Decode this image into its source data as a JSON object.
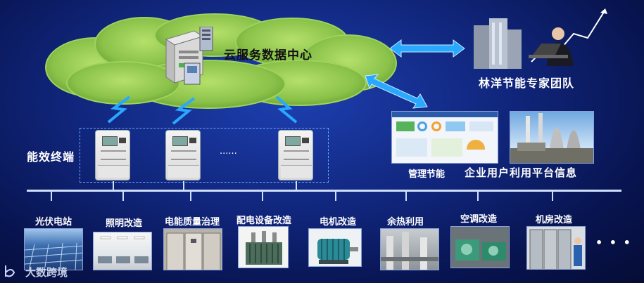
{
  "cloud": {
    "title": "云服务数据中心"
  },
  "expert_team": {
    "label": "林洋节能专家团队"
  },
  "terminal": {
    "label": "能效终端",
    "ellipsis": "......"
  },
  "management": {
    "label": "管理节能"
  },
  "enterprise_platform": {
    "label": "企业用户利用平台信息"
  },
  "categories": [
    {
      "label": "光伏电站"
    },
    {
      "label": "照明改造"
    },
    {
      "label": "电能质量治理"
    },
    {
      "label": "配电设备改造"
    },
    {
      "label": "电机改造"
    },
    {
      "label": "余热利用"
    },
    {
      "label": "空调改造"
    },
    {
      "label": "机房改造"
    }
  ],
  "more": "• • •",
  "watermark": "大数跨境",
  "colors": {
    "background": "#10257a",
    "cloud": "#8ac24a",
    "arrow": "#29a8ff",
    "line": "#cfe0ff"
  }
}
